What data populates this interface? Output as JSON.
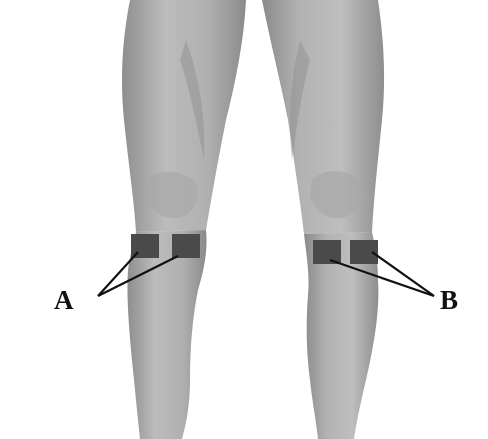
{
  "figure": {
    "subject": "legs-front-view",
    "colors": {
      "background": "#ffffff",
      "skin_light": "#bdbdbd",
      "skin_mid": "#a4a4a4",
      "skin_dark": "#858585",
      "electrode": "#4a4a4a",
      "leader_line": "#111111"
    }
  },
  "callouts": {
    "left_knee": {
      "label": "A",
      "electrode_count": 2
    },
    "right_knee": {
      "label": "B",
      "electrode_count": 2
    }
  }
}
